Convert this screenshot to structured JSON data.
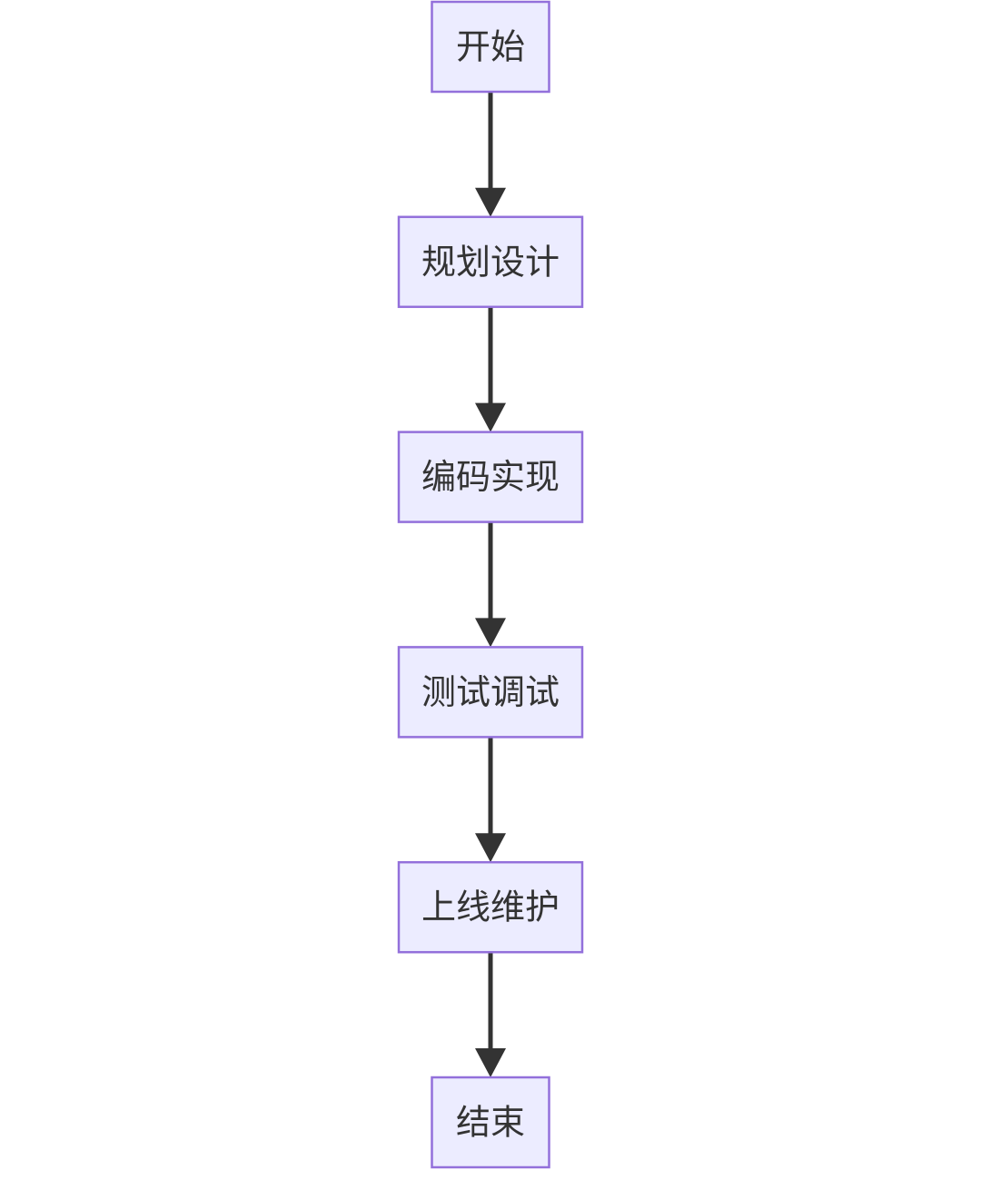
{
  "diagram": {
    "type": "flowchart",
    "direction": "top-to-bottom",
    "colors": {
      "node_fill": "#ececff",
      "node_border": "#9370db",
      "text": "#333333",
      "edge": "#333333"
    },
    "nodes": [
      {
        "id": "start",
        "label": "开始"
      },
      {
        "id": "plan",
        "label": "规划设计"
      },
      {
        "id": "code",
        "label": "编码实现"
      },
      {
        "id": "test",
        "label": "测试调试"
      },
      {
        "id": "deploy",
        "label": "上线维护"
      },
      {
        "id": "end",
        "label": "结束"
      }
    ],
    "edges": [
      {
        "from": "start",
        "to": "plan"
      },
      {
        "from": "plan",
        "to": "code"
      },
      {
        "from": "code",
        "to": "test"
      },
      {
        "from": "test",
        "to": "deploy"
      },
      {
        "from": "deploy",
        "to": "end"
      }
    ]
  }
}
